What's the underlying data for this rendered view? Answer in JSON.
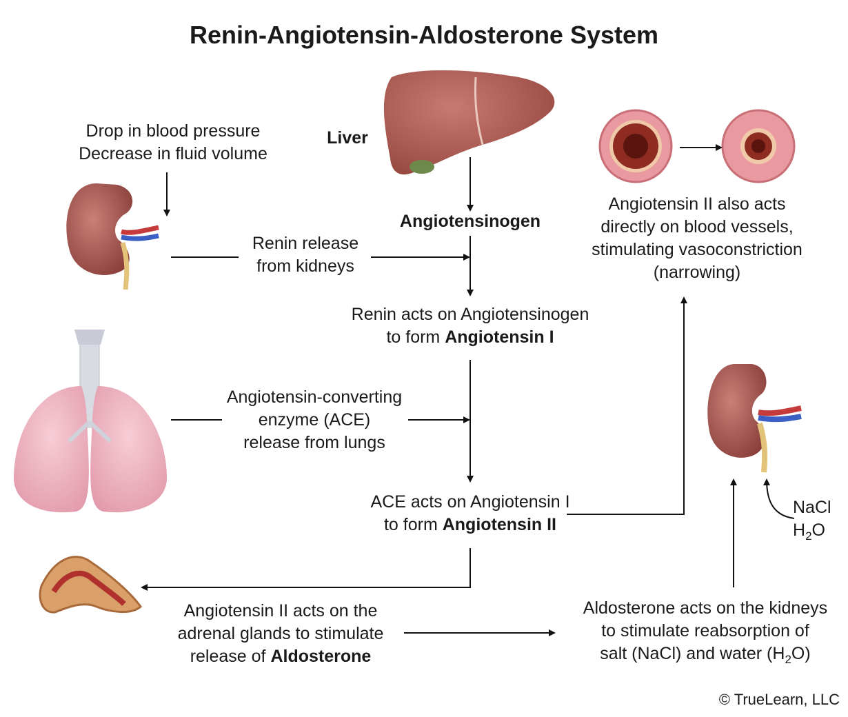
{
  "title": "Renin-Angiotensin-Aldosterone System",
  "labels": {
    "trigger_line1": "Drop in blood pressure",
    "trigger_line2": "Decrease in fluid volume",
    "liver": "Liver",
    "angiotensinogen": "Angiotensinogen",
    "renin_release_line1": "Renin release",
    "renin_release_line2": "from kidneys",
    "renin_acts_line1": "Renin acts on Angiotensinogen",
    "renin_acts_line2_pre": "to form ",
    "renin_acts_line2_bold": "Angiotensin I",
    "ace_release_line1": "Angiotensin-converting",
    "ace_release_line2": "enzyme (ACE)",
    "ace_release_line3": "release from lungs",
    "ace_acts_line1": "ACE acts on Angiotensin I",
    "ace_acts_line2_pre": "to form ",
    "ace_acts_line2_bold": "Angiotensin II",
    "vaso_line1": "Angiotensin II also acts",
    "vaso_line2": "directly on blood vessels,",
    "vaso_line3": "stimulating vasoconstriction",
    "vaso_line4": "(narrowing)",
    "adrenal_line1": "Angiotensin II acts on the",
    "adrenal_line2": "adrenal glands to stimulate",
    "adrenal_line3_pre": "release of ",
    "adrenal_line3_bold": "Aldosterone",
    "aldo_line1": "Aldosterone acts on the kidneys",
    "aldo_line2": "to stimulate reabsorption of",
    "aldo_line3": "salt (NaCl) and water (H",
    "aldo_line3_sub": "2",
    "aldo_line3_post": "O)",
    "nacl": "NaCl",
    "h2o_h": "H",
    "h2o_sub": "2",
    "h2o_o": "O"
  },
  "copyright": "© TrueLearn, LLC",
  "icons": [
    "kidney-icon",
    "liver-icon",
    "lungs-icon",
    "blood-vessel-icon",
    "adrenal-gland-icon"
  ],
  "colors": {
    "organ_pink": "#f2b8c6",
    "kidney": "#a8524c",
    "liver": "#b0605a",
    "vessel_red": "#c53a3a",
    "vessel_blue": "#3a5fc5"
  }
}
